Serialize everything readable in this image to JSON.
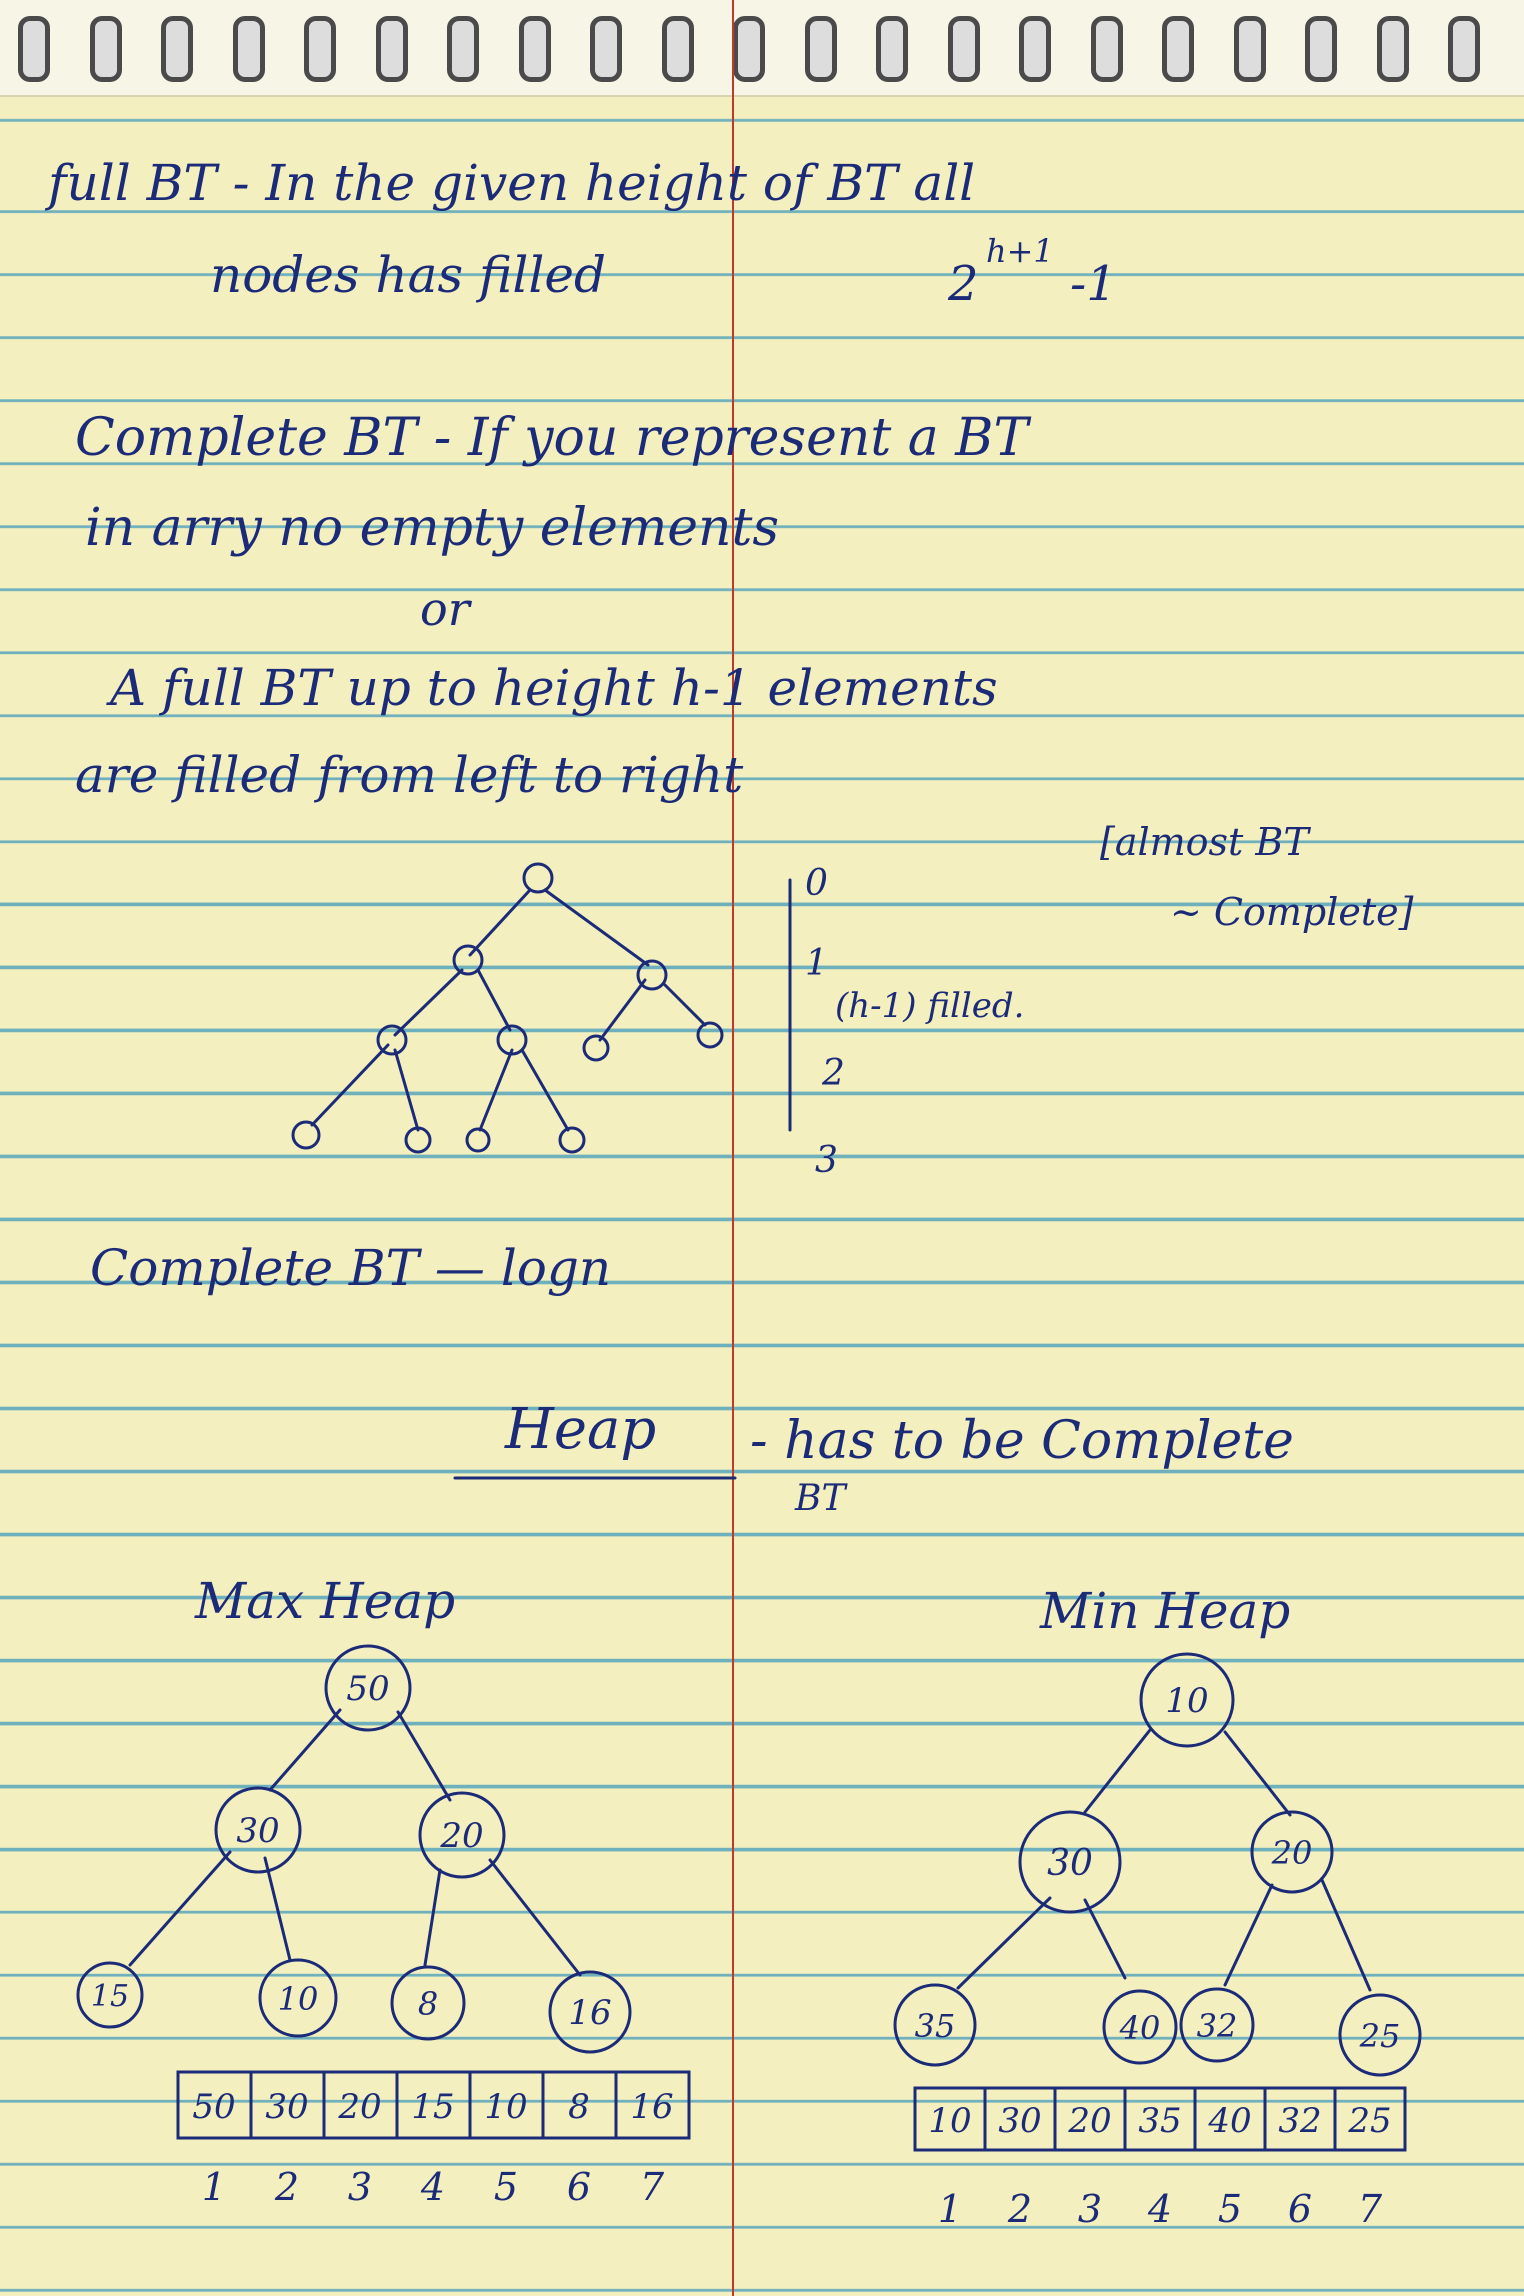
{
  "notes": {
    "full_bt": {
      "line1": "full BT - In the given height of BT all",
      "line2": "nodes has filled",
      "formula_base": "2",
      "formula_exp": "h+1",
      "formula_tail": "-1"
    },
    "complete_bt": {
      "line1": "Complete BT - If you represent a BT",
      "line2": "in arry no empty elements",
      "or": "or",
      "line3": "A full BT up to height h-1 elements",
      "line4": "are filled from left to right",
      "aside_line1": "[almost BT",
      "aside_line2": "~ Complete]"
    },
    "level_labels": [
      "0",
      "1",
      "2",
      "3"
    ],
    "level_note": "(h-1) filled.",
    "complexity": "Complete BT — logn",
    "heap": {
      "title": "Heap",
      "desc": "- has to be Complete",
      "desc2": "BT"
    },
    "max_heap": {
      "title": "Max Heap",
      "nodes": [
        "50",
        "30",
        "20",
        "15",
        "10",
        "8",
        "16"
      ],
      "array": [
        "50",
        "30",
        "20",
        "15",
        "10",
        "8",
        "16"
      ],
      "indices": [
        "1",
        "2",
        "3",
        "4",
        "5",
        "6",
        "7"
      ]
    },
    "min_heap": {
      "title": "Min Heap",
      "nodes": [
        "10",
        "30",
        "20",
        "35",
        "40",
        "32",
        "25"
      ],
      "array": [
        "10",
        "30",
        "20",
        "35",
        "40",
        "32",
        "25"
      ],
      "indices": [
        "1",
        "2",
        "3",
        "4",
        "5",
        "6",
        "7"
      ]
    }
  }
}
